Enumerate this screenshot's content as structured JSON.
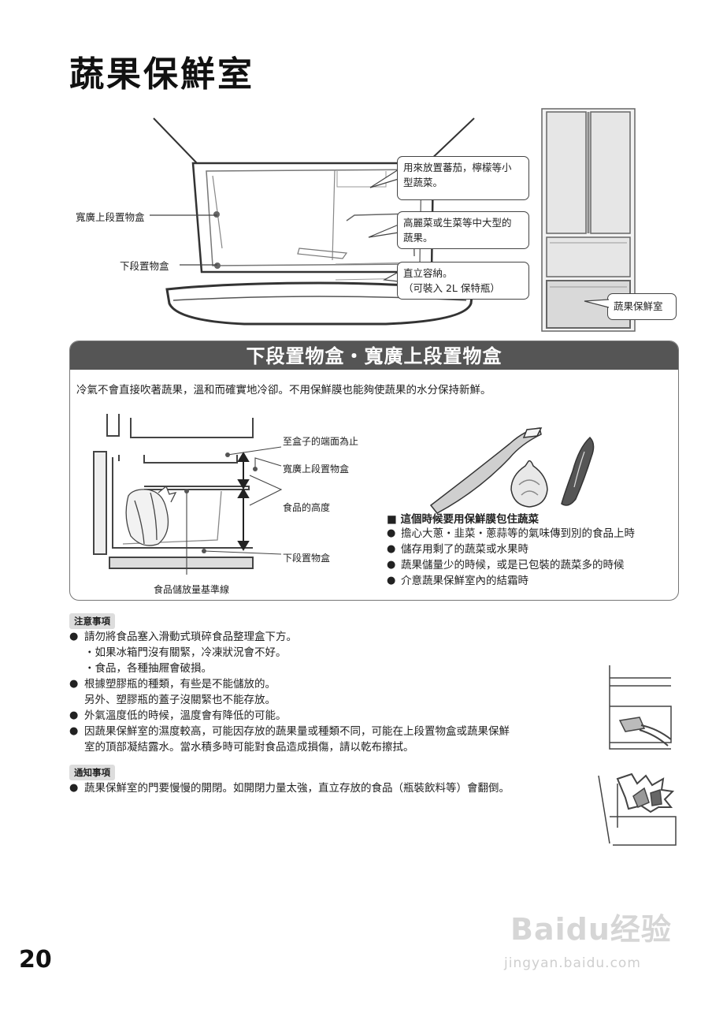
{
  "page": {
    "title": "蔬果保鮮室",
    "page_number": "20"
  },
  "top_diagram": {
    "label_upper_box": "寬廣上段置物盒",
    "label_lower_box": "下段置物盒",
    "callouts": [
      {
        "line1": "用來放置蕃茄，檸檬等小",
        "line2": "型蔬菜。"
      },
      {
        "line1": "高麗菜或生菜等中大型的",
        "line2": "蔬果。"
      },
      {
        "line1": "直立容納。",
        "line2": "（可裝入 2L 保特瓶）"
      }
    ],
    "fridge_label": "蔬果保鮮室"
  },
  "panel": {
    "heading": "下段置物盒・寬廣上段置物盒",
    "lead": "冷氣不會直接吹著蔬果，溫和而確實地冷卻。不用保鮮膜也能夠使蔬果的水分保持新鮮。",
    "labels": {
      "box_edge": "至盒子的端面為止",
      "upper_box": "寬廣上段置物盒",
      "food_height": "食品的高度",
      "lower_box": "下段置物盒",
      "baseline": "食品儲放量基準線"
    },
    "wrap": {
      "heading": "■ 這個時候要用保鮮膜包住蔬菜",
      "items": [
        "擔心大蔥・韭菜・蔥蒜等的氣味傳到別的食品上時",
        "儲存用剩了的蔬菜或水果時",
        "蔬果儲量少的時候，或是已包裝的蔬菜多的時候",
        "介意蔬果保鮮室內的結霜時"
      ]
    }
  },
  "caution": {
    "tag": "注意事項",
    "items": [
      {
        "lines": [
          "請勿將食品塞入滑動式瑣碎食品整理盒下方。",
          "・如果冰箱門沒有關緊，冷凍狀況會不好。",
          "・食品，各種抽屜會破損。"
        ]
      },
      {
        "lines": [
          "根據塑膠瓶的種類，有些是不能儲放的。",
          "另外、塑膠瓶的蓋子沒關緊也不能存放。"
        ]
      },
      {
        "lines": [
          "外氣溫度低的時候，溫度會有降低的可能。"
        ]
      },
      {
        "lines": [
          "因蔬果保鮮室的濕度較高，可能因存放的蔬果量或種類不同，可能在上段置物盒或蔬果保鮮",
          "室的頂部凝結露水。當水積多時可能對食品造成損傷，請以乾布擦拭。"
        ]
      }
    ]
  },
  "notice": {
    "tag": "通知事項",
    "items": [
      {
        "lines": [
          "蔬果保鮮室的門要慢慢的開閉。如開閉力量太強，直立存放的食品（瓶裝飲料等）會翻倒。"
        ]
      }
    ]
  },
  "watermark": {
    "brand": "Baidu经验",
    "url": "jingyan.baidu.com"
  }
}
